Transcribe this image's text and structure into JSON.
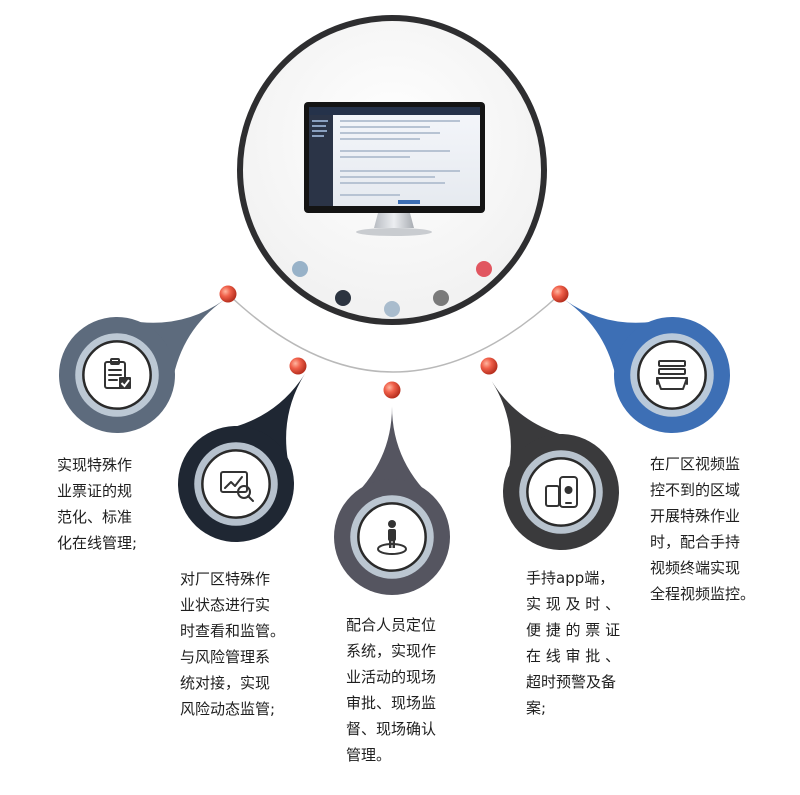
{
  "features": [
    {
      "id": "ticket",
      "icon": "checklist-icon",
      "color": "#5d6b7d",
      "text": "实现特殊作\n业票证的规\n范化、标准\n化在线管理;"
    },
    {
      "id": "monitor",
      "icon": "chart-search-icon",
      "color": "#1f2733",
      "text": "对厂区特殊作\n业状态进行实\n时查看和监管。\n与风险管理系\n统对接，实现\n风险动态监管;"
    },
    {
      "id": "location",
      "icon": "person-location-icon",
      "color": "#555560",
      "text": "配合人员定位\n系统，实现作\n业活动的现场\n审批、现场监\n督、现场确认\n管理。"
    },
    {
      "id": "mobile",
      "icon": "mobile-devices-icon",
      "color": "#3a3a3c",
      "text": "手持app端，\n实 现 及 时 、\n便 捷 的 票 证\n在 线 审 批 、\n超时预警及备\n案;"
    },
    {
      "id": "video",
      "icon": "video-surveillance-icon",
      "color": "#3d6fb5",
      "text": "在厂区视频监\n控不到的区域\n开展特殊作业\n时，配合手持\n视频终端实现\n全程视频监控。"
    }
  ],
  "center": {
    "icon": "desktop-monitor-icon"
  },
  "dots": [
    "#98b2c8",
    "#2c3440",
    "#a9bccd",
    "#7a7a7a",
    "#e15660"
  ]
}
